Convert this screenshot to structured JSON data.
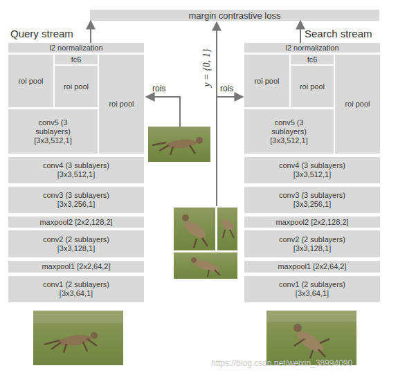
{
  "diagram": {
    "nodes": [
      {
        "text": [
          "margin contrastive loss"
        ]
      },
      {
        "text": [
          "l2 normalization"
        ]
      },
      {
        "text": [
          "fc6"
        ]
      },
      {
        "text": [
          "roi pool"
        ]
      },
      {
        "text": [
          "roi pool"
        ]
      },
      {
        "text": [
          "roi pool"
        ]
      },
      {
        "text": [
          "conv5 (3 sublayers)",
          "[3x3,512,1]"
        ]
      },
      {
        "text": [
          "conv4 (3 sublayers)",
          "[3x3,512,1]"
        ]
      },
      {
        "text": [
          "conv3 (3 sublayers)",
          "[3x3,256,1]"
        ]
      },
      {
        "text": [
          "maxpool2 [2x2,128,2]"
        ]
      },
      {
        "text": [
          "conv2 (2 sublayers)",
          "[3x3,128,1]"
        ]
      },
      {
        "text": [
          "maxpool1 [2x2,64,2]"
        ]
      },
      {
        "text": [
          "conv1 (2 sublayers)",
          "[3x3,64,1]"
        ]
      },
      {
        "text": [
          "l2 normalization"
        ]
      },
      {
        "text": [
          "fc6"
        ]
      },
      {
        "text": [
          "roi pool"
        ]
      },
      {
        "text": [
          "roi pool"
        ]
      },
      {
        "text": [
          "roi pool"
        ]
      },
      {
        "text": [
          "conv5 (3 sublayers)",
          "[3x3,512,1]"
        ]
      },
      {
        "text": [
          "conv4 (3 sublayers)",
          "[3x3,512,1]"
        ]
      },
      {
        "text": [
          "conv3 (3 sublayers)",
          "[3x3,256,1]"
        ]
      },
      {
        "text": [
          "maxpool2 [2x2,128,2]"
        ]
      },
      {
        "text": [
          "conv2 (2 sublayers)",
          "[3x3,128,1]"
        ]
      },
      {
        "text": [
          "maxpool1 [2x2,64,2]"
        ]
      },
      {
        "text": [
          "conv1 (2 sublayers)",
          "[3x3,64,1]"
        ]
      }
    ],
    "edges": [
      {
        "from": 1,
        "to": 0,
        "arrow": "to"
      },
      {
        "from": 13,
        "to": 0,
        "arrow": "to"
      }
    ],
    "labels": [
      "Query stream",
      "Search stream",
      "y = {0, 1}",
      "rois",
      "rois",
      "https://blog.csdn.net/weixin_38994090"
    ]
  }
}
